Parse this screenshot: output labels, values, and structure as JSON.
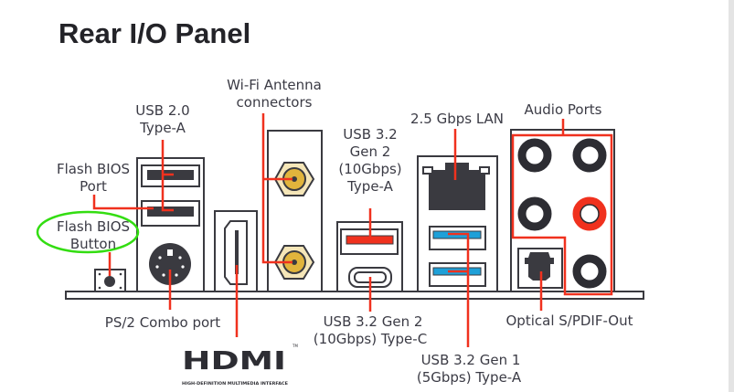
{
  "title": "Rear I/O Panel",
  "labels": {
    "wifi": [
      "Wi-Fi Antenna",
      "connectors"
    ],
    "usb20": [
      "USB 2.0",
      "Type-A"
    ],
    "flash_port": [
      "Flash BIOS",
      "Port"
    ],
    "flash_button": [
      "Flash BIOS",
      "Button"
    ],
    "usb32g2a": [
      "USB 3.2",
      "Gen 2",
      "(10Gbps)",
      "Type-A"
    ],
    "lan": "2.5 Gbps LAN",
    "audio": "Audio Ports",
    "ps2": "PS/2 Combo port",
    "usb32g2c": [
      "USB 3.2 Gen 2",
      "(10Gbps) Type-C"
    ],
    "optical": "Optical S/PDIF-Out",
    "usb32g1": [
      "USB 3.2 Gen 1",
      "(5Gbps) Type-A"
    ]
  },
  "hdmi_logo": {
    "text": "HDMI",
    "subtitle": "HIGH-DEFINITION MULTIMEDIA INTERFACE",
    "tm": "TM"
  },
  "colors": {
    "accent_red": "#f0311e",
    "usb_blue": "#1ea0d8",
    "antenna_gold": "#e1b43c",
    "highlight_green": "#33dd11"
  }
}
